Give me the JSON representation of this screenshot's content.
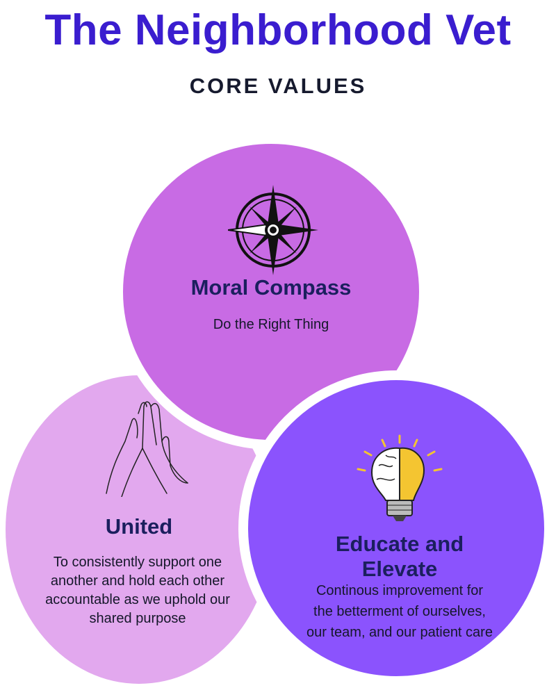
{
  "header": {
    "title": "The Neighborhood Vet",
    "subtitle": "CORE VALUES"
  },
  "values": [
    {
      "title": "Moral Compass",
      "description": "Do the Right Thing",
      "icon": "compass-icon",
      "color": "#C86BE4"
    },
    {
      "title": "United",
      "description": "To consistently support one another and hold each other accountable as we uphold our shared purpose",
      "icon": "high-five-hands-icon",
      "color": "#E2A8EE"
    },
    {
      "title": "Educate and Elevate",
      "description": "Continous improvement for the betterment of ourselves, our team, and our patient care",
      "icon": "brain-lightbulb-icon",
      "color": "#8B53FD"
    }
  ]
}
